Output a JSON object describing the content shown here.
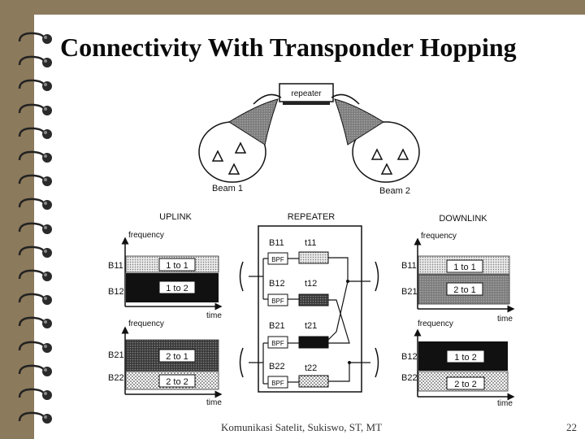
{
  "slide": {
    "title": "Connectivity With Transponder Hopping",
    "footer": "Komunikasi Satelit, Sukiswo, ST, MT",
    "page_number": "22"
  },
  "top": {
    "repeater_label": "repeater",
    "beam1": "Beam 1",
    "beam2": "Beam 2"
  },
  "sections": {
    "uplink": "UPLINK",
    "repeater": "REPEATER",
    "downlink": "DOWNLINK"
  },
  "axes": {
    "frequency": "frequency",
    "time": "time"
  },
  "uplink_top": {
    "row1_label": "B11",
    "row1_text": "1 to 1",
    "row2_label": "B12",
    "row2_text": "1 to 2"
  },
  "uplink_bottom": {
    "row1_label": "B21",
    "row1_text": "2 to 1",
    "row2_label": "B22",
    "row2_text": "2 to 2"
  },
  "downlink_top": {
    "row1_label": "B11",
    "row1_text": "1 to 1",
    "row2_label": "B21",
    "row2_text": "2 to 1"
  },
  "downlink_bottom": {
    "row1_label": "B12",
    "row1_text": "1 to 2",
    "row2_label": "B22",
    "row2_text": "2 to 2"
  },
  "repeater_paths": [
    {
      "beam": "B11",
      "filter": "BPF",
      "switch": "t11"
    },
    {
      "beam": "B12",
      "filter": "BPF",
      "switch": "t12"
    },
    {
      "beam": "B21",
      "filter": "BPF",
      "switch": "t21"
    },
    {
      "beam": "B22",
      "filter": "BPF",
      "switch": "t22"
    }
  ]
}
